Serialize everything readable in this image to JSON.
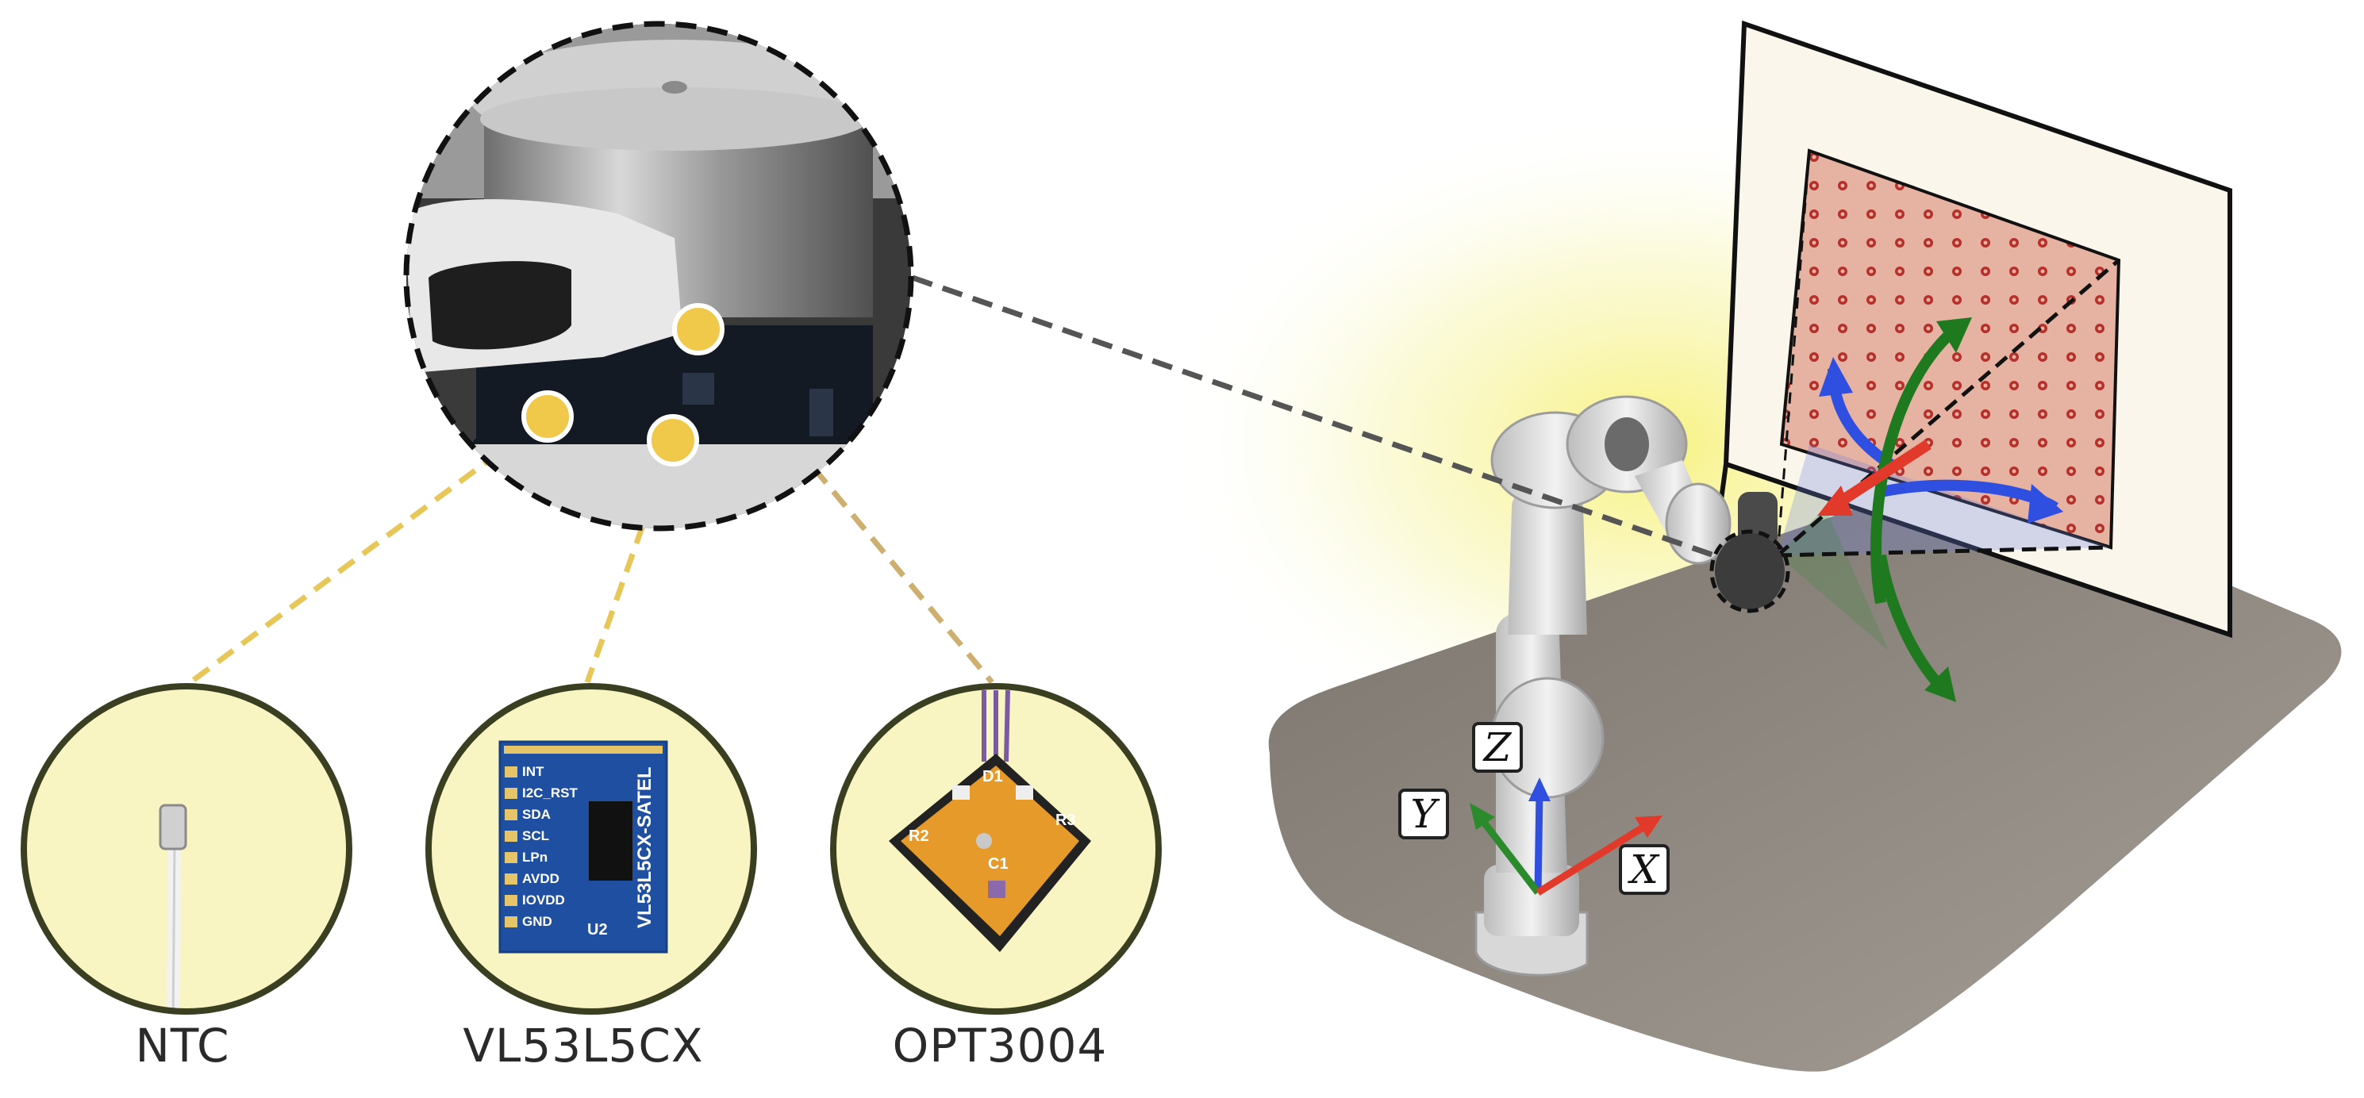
{
  "sensors": [
    {
      "id": "ntc",
      "label": "NTC"
    },
    {
      "id": "vl53l5cx",
      "label": "VL53L5CX"
    },
    {
      "id": "opt3004",
      "label": "OPT3004"
    }
  ],
  "axes": {
    "x": "X",
    "y": "Y",
    "z": "Z"
  },
  "vl53_board": {
    "title": "VL53L5CX-SATEL",
    "pins": [
      "INT",
      "I2C_RST",
      "SDA",
      "SCL",
      "LPn",
      "AVDD",
      "IOVDD",
      "GND"
    ],
    "chip_label": "U2"
  },
  "opt_board": {
    "labels": [
      "D1",
      "R2",
      "R3",
      "C1"
    ]
  },
  "colors": {
    "highlight_fill": "#f8f5c2",
    "marker": "#f0c84a",
    "axis_x": "#e23a2a",
    "axis_y": "#2b8a2b",
    "axis_z": "#2f4fe0",
    "rot_green": "#1f7a1f",
    "target_pattern": "#e8b3a3",
    "dot": "#b5302a"
  }
}
